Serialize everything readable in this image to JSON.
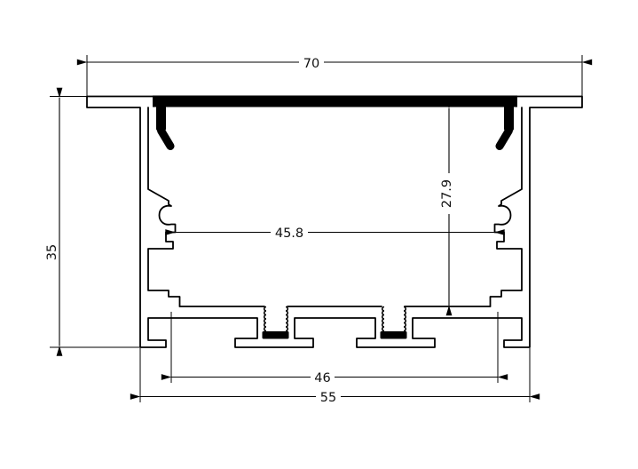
{
  "drawing": {
    "kind": "technical-cross-section",
    "colors": {
      "background": "#ffffff",
      "line": "#000000",
      "cover_fill": "#000000"
    },
    "dimensions": {
      "overall_width": {
        "label": "70"
      },
      "overall_height": {
        "label": "35"
      },
      "cavity_width": {
        "label": "45.8"
      },
      "cavity_depth": {
        "label": "27.9"
      },
      "base_inner_width": {
        "label": "46"
      },
      "base_outer_width": {
        "label": "55"
      }
    }
  }
}
